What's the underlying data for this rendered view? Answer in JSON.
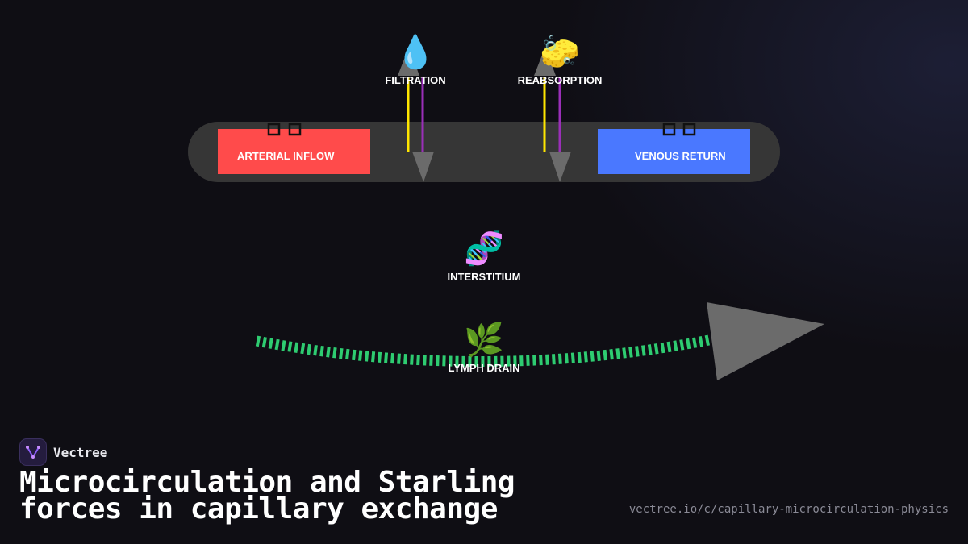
{
  "diagram": {
    "nodes": {
      "arterial": {
        "label": "ARTERIAL INFLOW",
        "color": "#ff4b4b"
      },
      "venous": {
        "label": "VENOUS RETURN",
        "color": "#4a78ff"
      },
      "filtration": {
        "label": "FILTRATION",
        "icon": "water-drop-icon",
        "glyph": "💧"
      },
      "reabsorption": {
        "label": "REABSORPTION",
        "icon": "sponge-icon",
        "glyph": "🧽"
      },
      "interstitium": {
        "label": "INTERSTITIUM",
        "icon": "dna-icon",
        "glyph": "🧬"
      },
      "lymph": {
        "label": "LYMPH DRAIN",
        "icon": "herb-icon",
        "glyph": "🌿"
      }
    },
    "colors": {
      "capillary": "#363636",
      "hydrostatic": "#ffe600",
      "oncotic": "#9a2fb8",
      "arrow": "#6b6b6b",
      "lymph": "#2ecc71"
    }
  },
  "brand": {
    "name": "Vectree"
  },
  "title": "Microcirculation and Starling forces in capillary exchange",
  "url": "vectree.io/c/capillary-microcirculation-physics"
}
